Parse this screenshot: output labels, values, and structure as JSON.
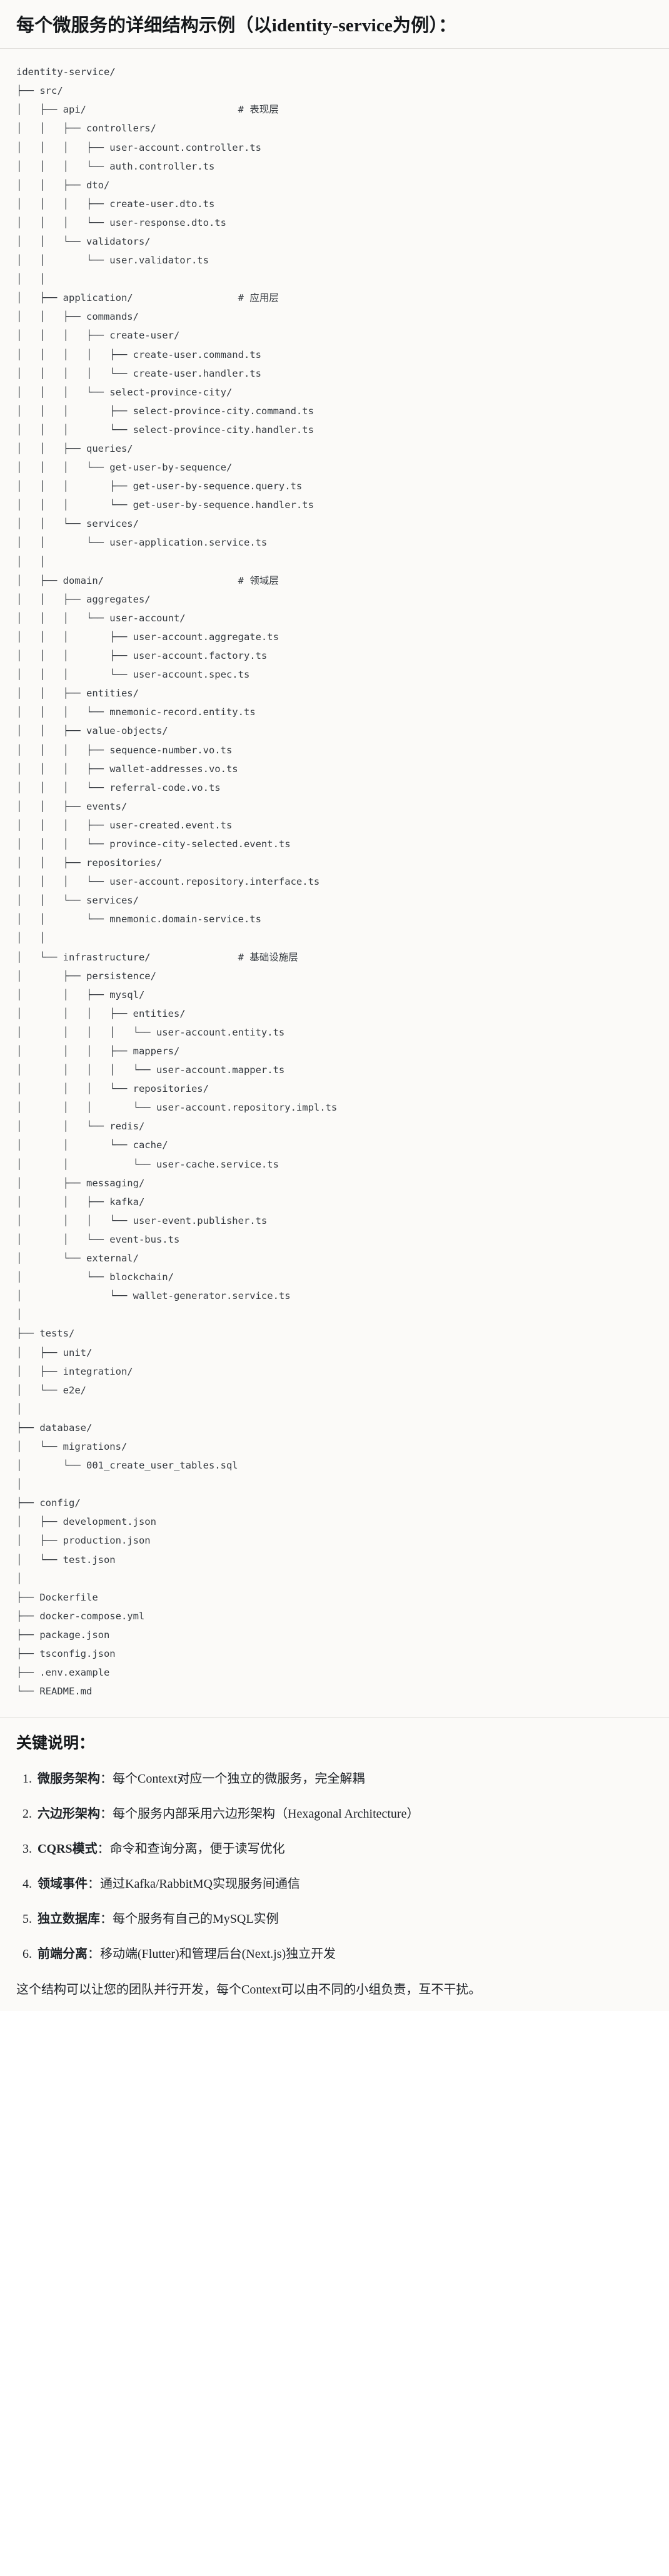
{
  "heading": {
    "title": "每个微服务的详细结构示例（以identity-service为例）："
  },
  "tree": {
    "root_label": "identity-service/",
    "comments": {
      "api": "# 表现层",
      "application": "# 应用层",
      "domain": "# 领域层",
      "infrastructure": "# 基础设施层"
    },
    "text": "identity-service/\n├── src/\n│   ├── api/                          # 表现层\n│   │   ├── controllers/\n│   │   │   ├── user-account.controller.ts\n│   │   │   └── auth.controller.ts\n│   │   ├── dto/\n│   │   │   ├── create-user.dto.ts\n│   │   │   └── user-response.dto.ts\n│   │   └── validators/\n│   │       └── user.validator.ts\n│   │\n│   ├── application/                  # 应用层\n│   │   ├── commands/\n│   │   │   ├── create-user/\n│   │   │   │   ├── create-user.command.ts\n│   │   │   │   └── create-user.handler.ts\n│   │   │   └── select-province-city/\n│   │   │       ├── select-province-city.command.ts\n│   │   │       └── select-province-city.handler.ts\n│   │   ├── queries/\n│   │   │   └── get-user-by-sequence/\n│   │   │       ├── get-user-by-sequence.query.ts\n│   │   │       └── get-user-by-sequence.handler.ts\n│   │   └── services/\n│   │       └── user-application.service.ts\n│   │\n│   ├── domain/                       # 领域层\n│   │   ├── aggregates/\n│   │   │   └── user-account/\n│   │   │       ├── user-account.aggregate.ts\n│   │   │       ├── user-account.factory.ts\n│   │   │       └── user-account.spec.ts\n│   │   ├── entities/\n│   │   │   └── mnemonic-record.entity.ts\n│   │   ├── value-objects/\n│   │   │   ├── sequence-number.vo.ts\n│   │   │   ├── wallet-addresses.vo.ts\n│   │   │   └── referral-code.vo.ts\n│   │   ├── events/\n│   │   │   ├── user-created.event.ts\n│   │   │   └── province-city-selected.event.ts\n│   │   ├── repositories/\n│   │   │   └── user-account.repository.interface.ts\n│   │   └── services/\n│   │       └── mnemonic.domain-service.ts\n│   │\n│   └── infrastructure/               # 基础设施层\n│       ├── persistence/\n│       │   ├── mysql/\n│       │   │   ├── entities/\n│       │   │   │   └── user-account.entity.ts\n│       │   │   ├── mappers/\n│       │   │   │   └── user-account.mapper.ts\n│       │   │   └── repositories/\n│       │   │       └── user-account.repository.impl.ts\n│       │   └── redis/\n│       │       └── cache/\n│       │           └── user-cache.service.ts\n│       ├── messaging/\n│       │   ├── kafka/\n│       │   │   └── user-event.publisher.ts\n│       │   └── event-bus.ts\n│       └── external/\n│           └── blockchain/\n│               └── wallet-generator.service.ts\n│\n├── tests/\n│   ├── unit/\n│   ├── integration/\n│   └── e2e/\n│\n├── database/\n│   └── migrations/\n│       └── 001_create_user_tables.sql\n│\n├── config/\n│   ├── development.json\n│   ├── production.json\n│   └── test.json\n│\n├── Dockerfile\n├── docker-compose.yml\n├── package.json\n├── tsconfig.json\n├── .env.example\n└── README.md"
  },
  "notes": {
    "title": "关键说明：",
    "items": [
      {
        "term": "微服务架构",
        "desc": "：每个Context对应一个独立的微服务，完全解耦"
      },
      {
        "term": "六边形架构",
        "desc": "：每个服务内部采用六边形架构（Hexagonal Architecture）"
      },
      {
        "term": "CQRS模式",
        "desc": "：命令和查询分离，便于读写优化"
      },
      {
        "term": "领域事件",
        "desc": "：通过Kafka/RabbitMQ实现服务间通信"
      },
      {
        "term": "独立数据库",
        "desc": "：每个服务有自己的MySQL实例"
      },
      {
        "term": "前端分离",
        "desc": "：移动端(Flutter)和管理后台(Next.js)独立开发"
      }
    ],
    "closing": "这个结构可以让您的团队并行开发，每个Context可以由不同的小组负责，互不干扰。"
  }
}
